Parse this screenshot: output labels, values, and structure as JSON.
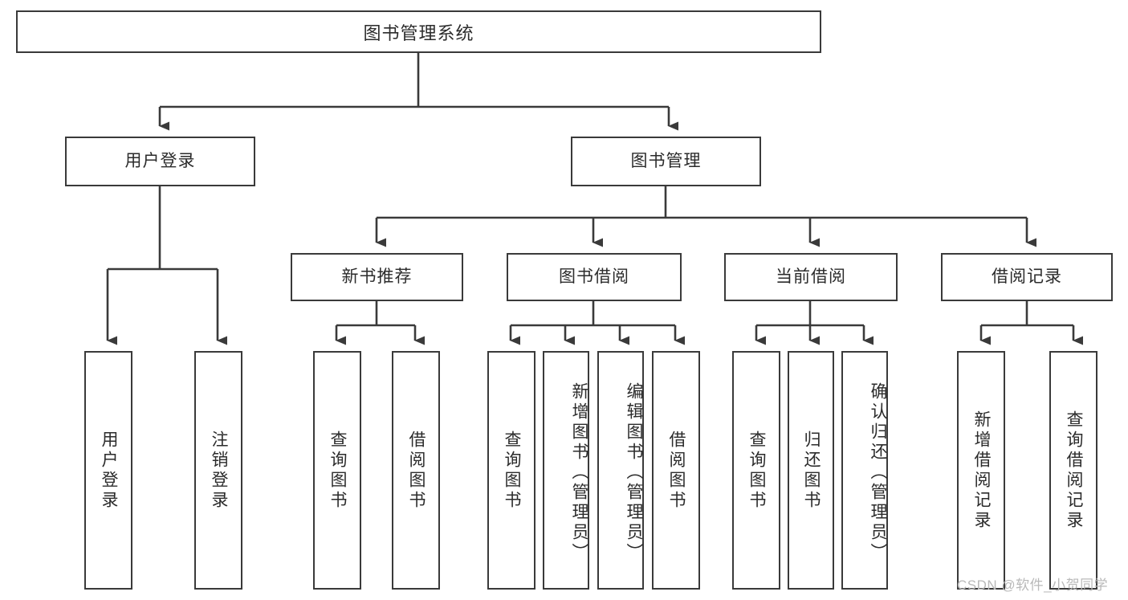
{
  "diagram": {
    "title": "图书管理系统",
    "type": "tree-hierarchy",
    "colors": {
      "box_border": "#3a3a3a",
      "box_fill": "#ffffff",
      "connector": "#3a3a3a",
      "text": "#2b2b2b",
      "watermark": "#b9b9b9",
      "background": "#ffffff"
    }
  },
  "root": {
    "label": "图书管理系统"
  },
  "level1": [
    {
      "label": "用户登录"
    },
    {
      "label": "图书管理"
    }
  ],
  "level2": [
    {
      "label": "新书推荐"
    },
    {
      "label": "图书借阅"
    },
    {
      "label": "当前借阅"
    },
    {
      "label": "借阅记录"
    }
  ],
  "leaves": {
    "user_login": [
      {
        "label": "用户登录"
      },
      {
        "label": "注销登录"
      }
    ],
    "new_book_recommend": [
      {
        "label": "查询图书"
      },
      {
        "label": "借阅图书"
      }
    ],
    "book_borrow": [
      {
        "label": "查询图书"
      },
      {
        "label": "新增图书（管理员）"
      },
      {
        "label": "编辑图书（管理员）"
      },
      {
        "label": "借阅图书"
      }
    ],
    "current_borrow": [
      {
        "label": "查询图书"
      },
      {
        "label": "归还图书"
      },
      {
        "label": "确认归还（管理员）"
      }
    ],
    "borrow_record": [
      {
        "label": "新增借阅记录"
      },
      {
        "label": "查询借阅记录"
      }
    ]
  },
  "watermark": {
    "text": "CSDN @软件_小贺同学"
  }
}
